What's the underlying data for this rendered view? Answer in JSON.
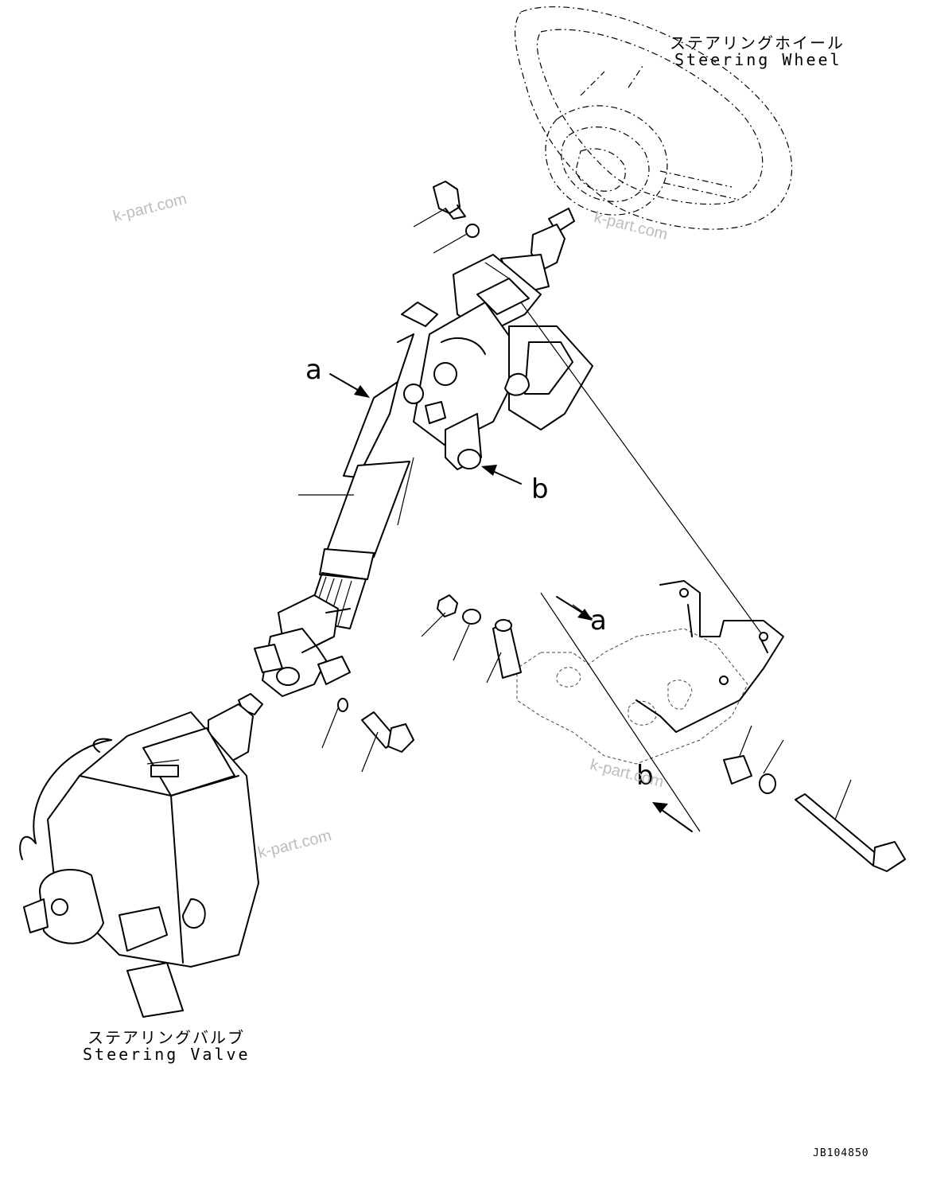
{
  "labels": {
    "steering_wheel_jp": "ステアリングホイール",
    "steering_wheel_en": "Steering Wheel",
    "steering_valve_jp": "ステアリングバルブ",
    "steering_valve_en": "Steering Valve"
  },
  "callouts": {
    "a_upper": "a",
    "b_upper": "b",
    "a_lower": "a",
    "b_lower": "b"
  },
  "watermark": "k-part.com",
  "document_id": "JB104850"
}
